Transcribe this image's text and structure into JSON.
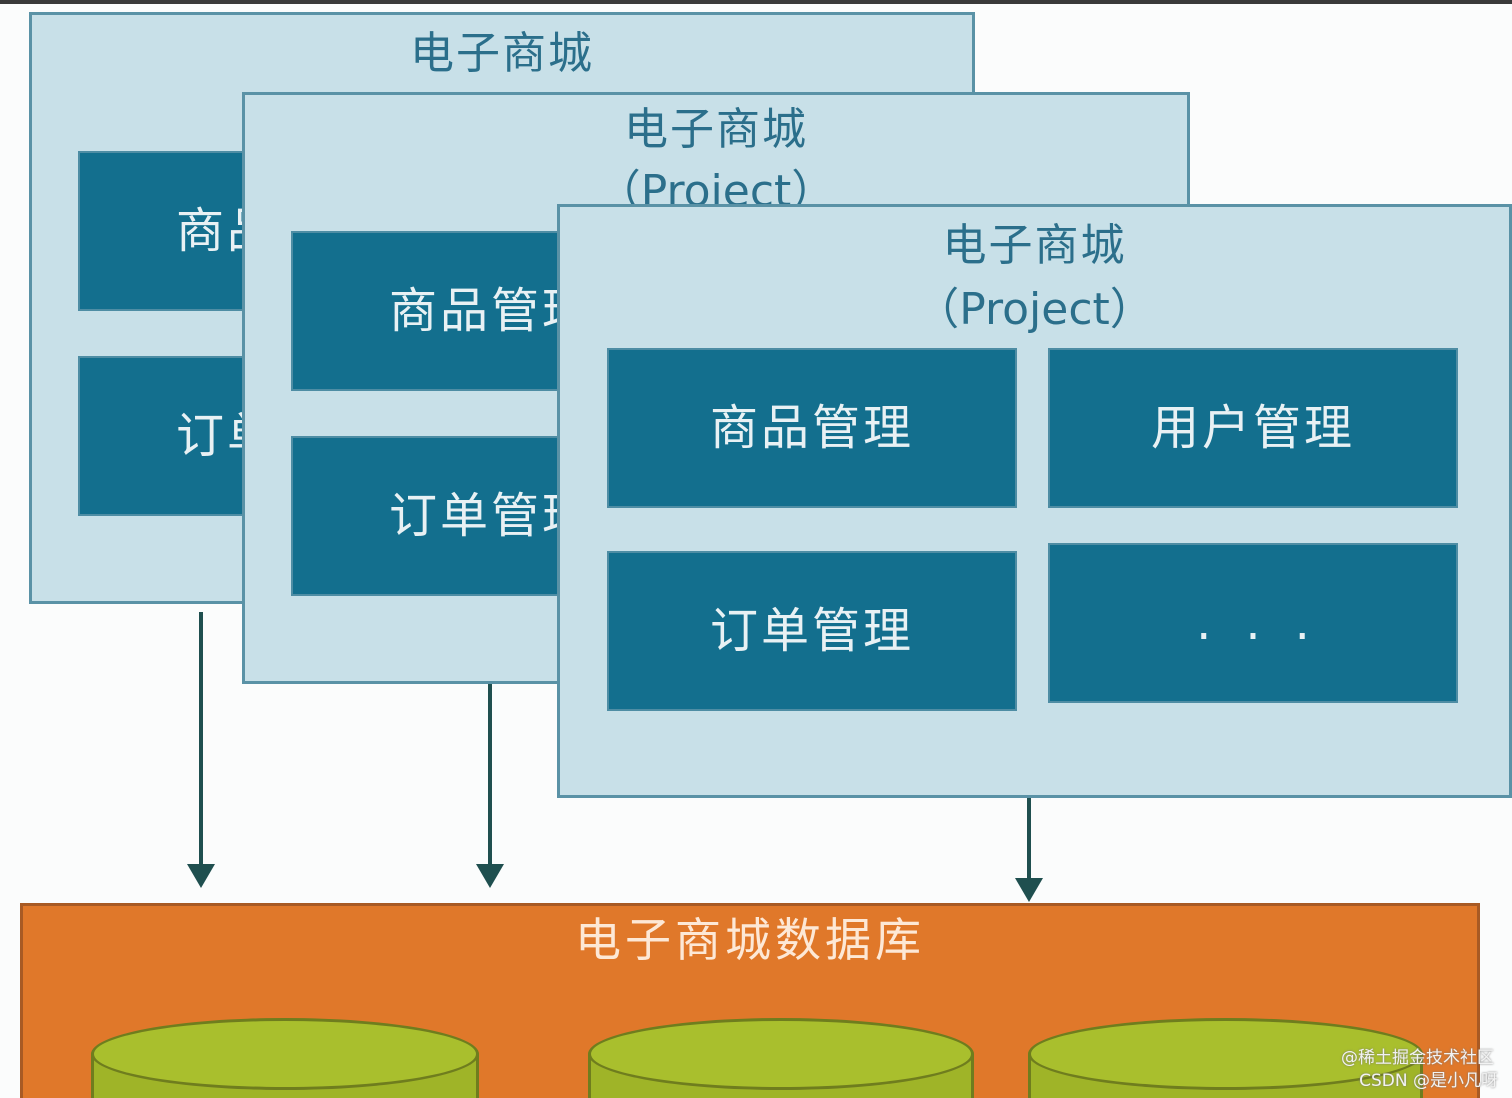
{
  "colors": {
    "panel_fill": "#c8e0e8",
    "panel_border": "#5a92a6",
    "module_fill": "#136f8e",
    "database_fill": "#e0782a",
    "cylinder_fill": "#a9bf2d",
    "arrow": "#1f4f4f"
  },
  "panels": [
    {
      "title": "电子商城",
      "modules": [
        "商品管理",
        "订单管理"
      ]
    },
    {
      "title": "电子商城",
      "subtitle": "（Project）",
      "modules": [
        "商品管理",
        "订单管理"
      ]
    },
    {
      "title": "电子商城",
      "subtitle": "（Project）",
      "modules": [
        "商品管理",
        "用户管理",
        "订单管理",
        "..."
      ]
    }
  ],
  "database": {
    "title": "电子商城数据库"
  },
  "watermark": {
    "line1": "@稀土掘金技术社区",
    "line2": "CSDN @是小凡呀"
  }
}
